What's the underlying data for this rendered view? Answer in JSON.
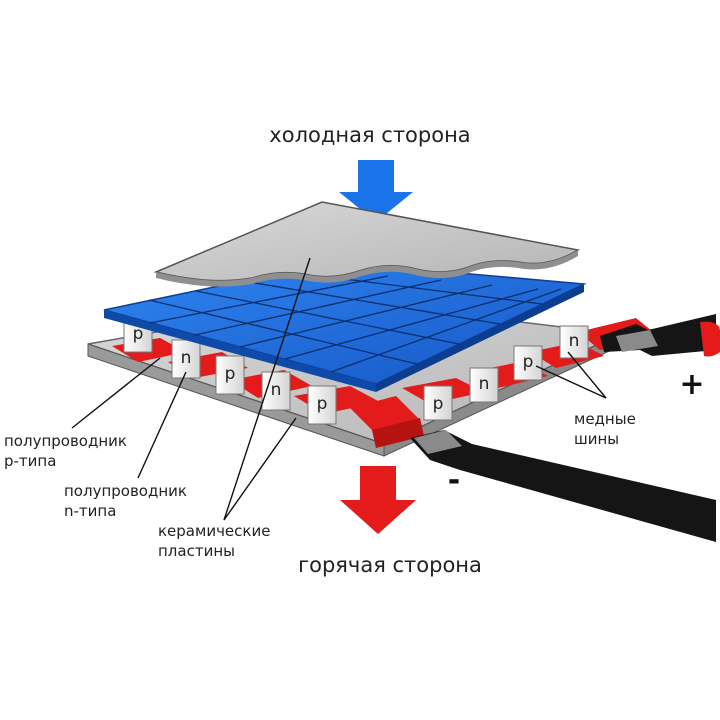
{
  "labels": {
    "cold_side": "холодная сторона",
    "hot_side": "горячая сторона",
    "p_semiconductor": [
      "полупроводник",
      "p-типа"
    ],
    "n_semiconductor": [
      "полупроводник",
      "n-типа"
    ],
    "ceramic_plates": [
      "керамические",
      "пластины"
    ],
    "copper_busbars": [
      "медные",
      "шины"
    ],
    "plus": "+",
    "minus": "-",
    "p": "p",
    "n": "n"
  },
  "colors": {
    "cold_arrow": "#1a73e8",
    "hot_arrow": "#e31b1b",
    "blue_plate": "#1f6fe0",
    "copper_bus": "#e31b1b",
    "ceramic": "#c8c8c8",
    "wire": "#151515"
  }
}
